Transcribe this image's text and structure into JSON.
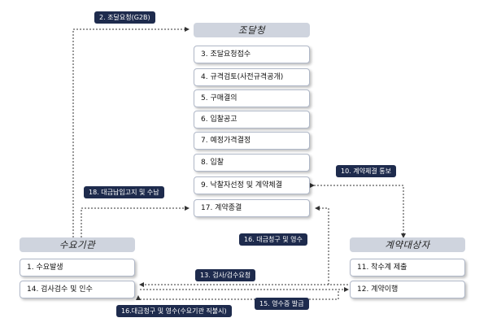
{
  "headers": {
    "procurement_office": "조달청",
    "demand_agency": "수요기관",
    "contractor": "계약대상자"
  },
  "office_steps": [
    "3. 조달요청접수",
    "4. 규격검토(사전규격공개)",
    "5. 구매결의",
    "6. 입찰공고",
    "7. 예정가격결정",
    "8. 입찰",
    "9. 낙찰자선정 및 계약체결",
    "17. 계약종결"
  ],
  "agency_steps": [
    "1. 수요발생",
    "14. 검사검수 및 인수"
  ],
  "contractor_steps": [
    "11. 착수계 제출",
    "12. 계약이행"
  ],
  "flow_labels": {
    "l2": "2. 조달요청(G2B)",
    "l10": "10. 계약체결 통보",
    "l18": "18. 대금납입고지 및 수납",
    "l16a": "16. 대금청구 및 영수",
    "l13": "13. 검사/검수요청",
    "l15": "15. 영수증 발급",
    "l16b": "16.대금청구 및 영수(수요기관 직불시)"
  },
  "colors": {
    "header_bg": "#cfd4de",
    "label_bg": "#1e2b4d",
    "line": "#333333"
  }
}
